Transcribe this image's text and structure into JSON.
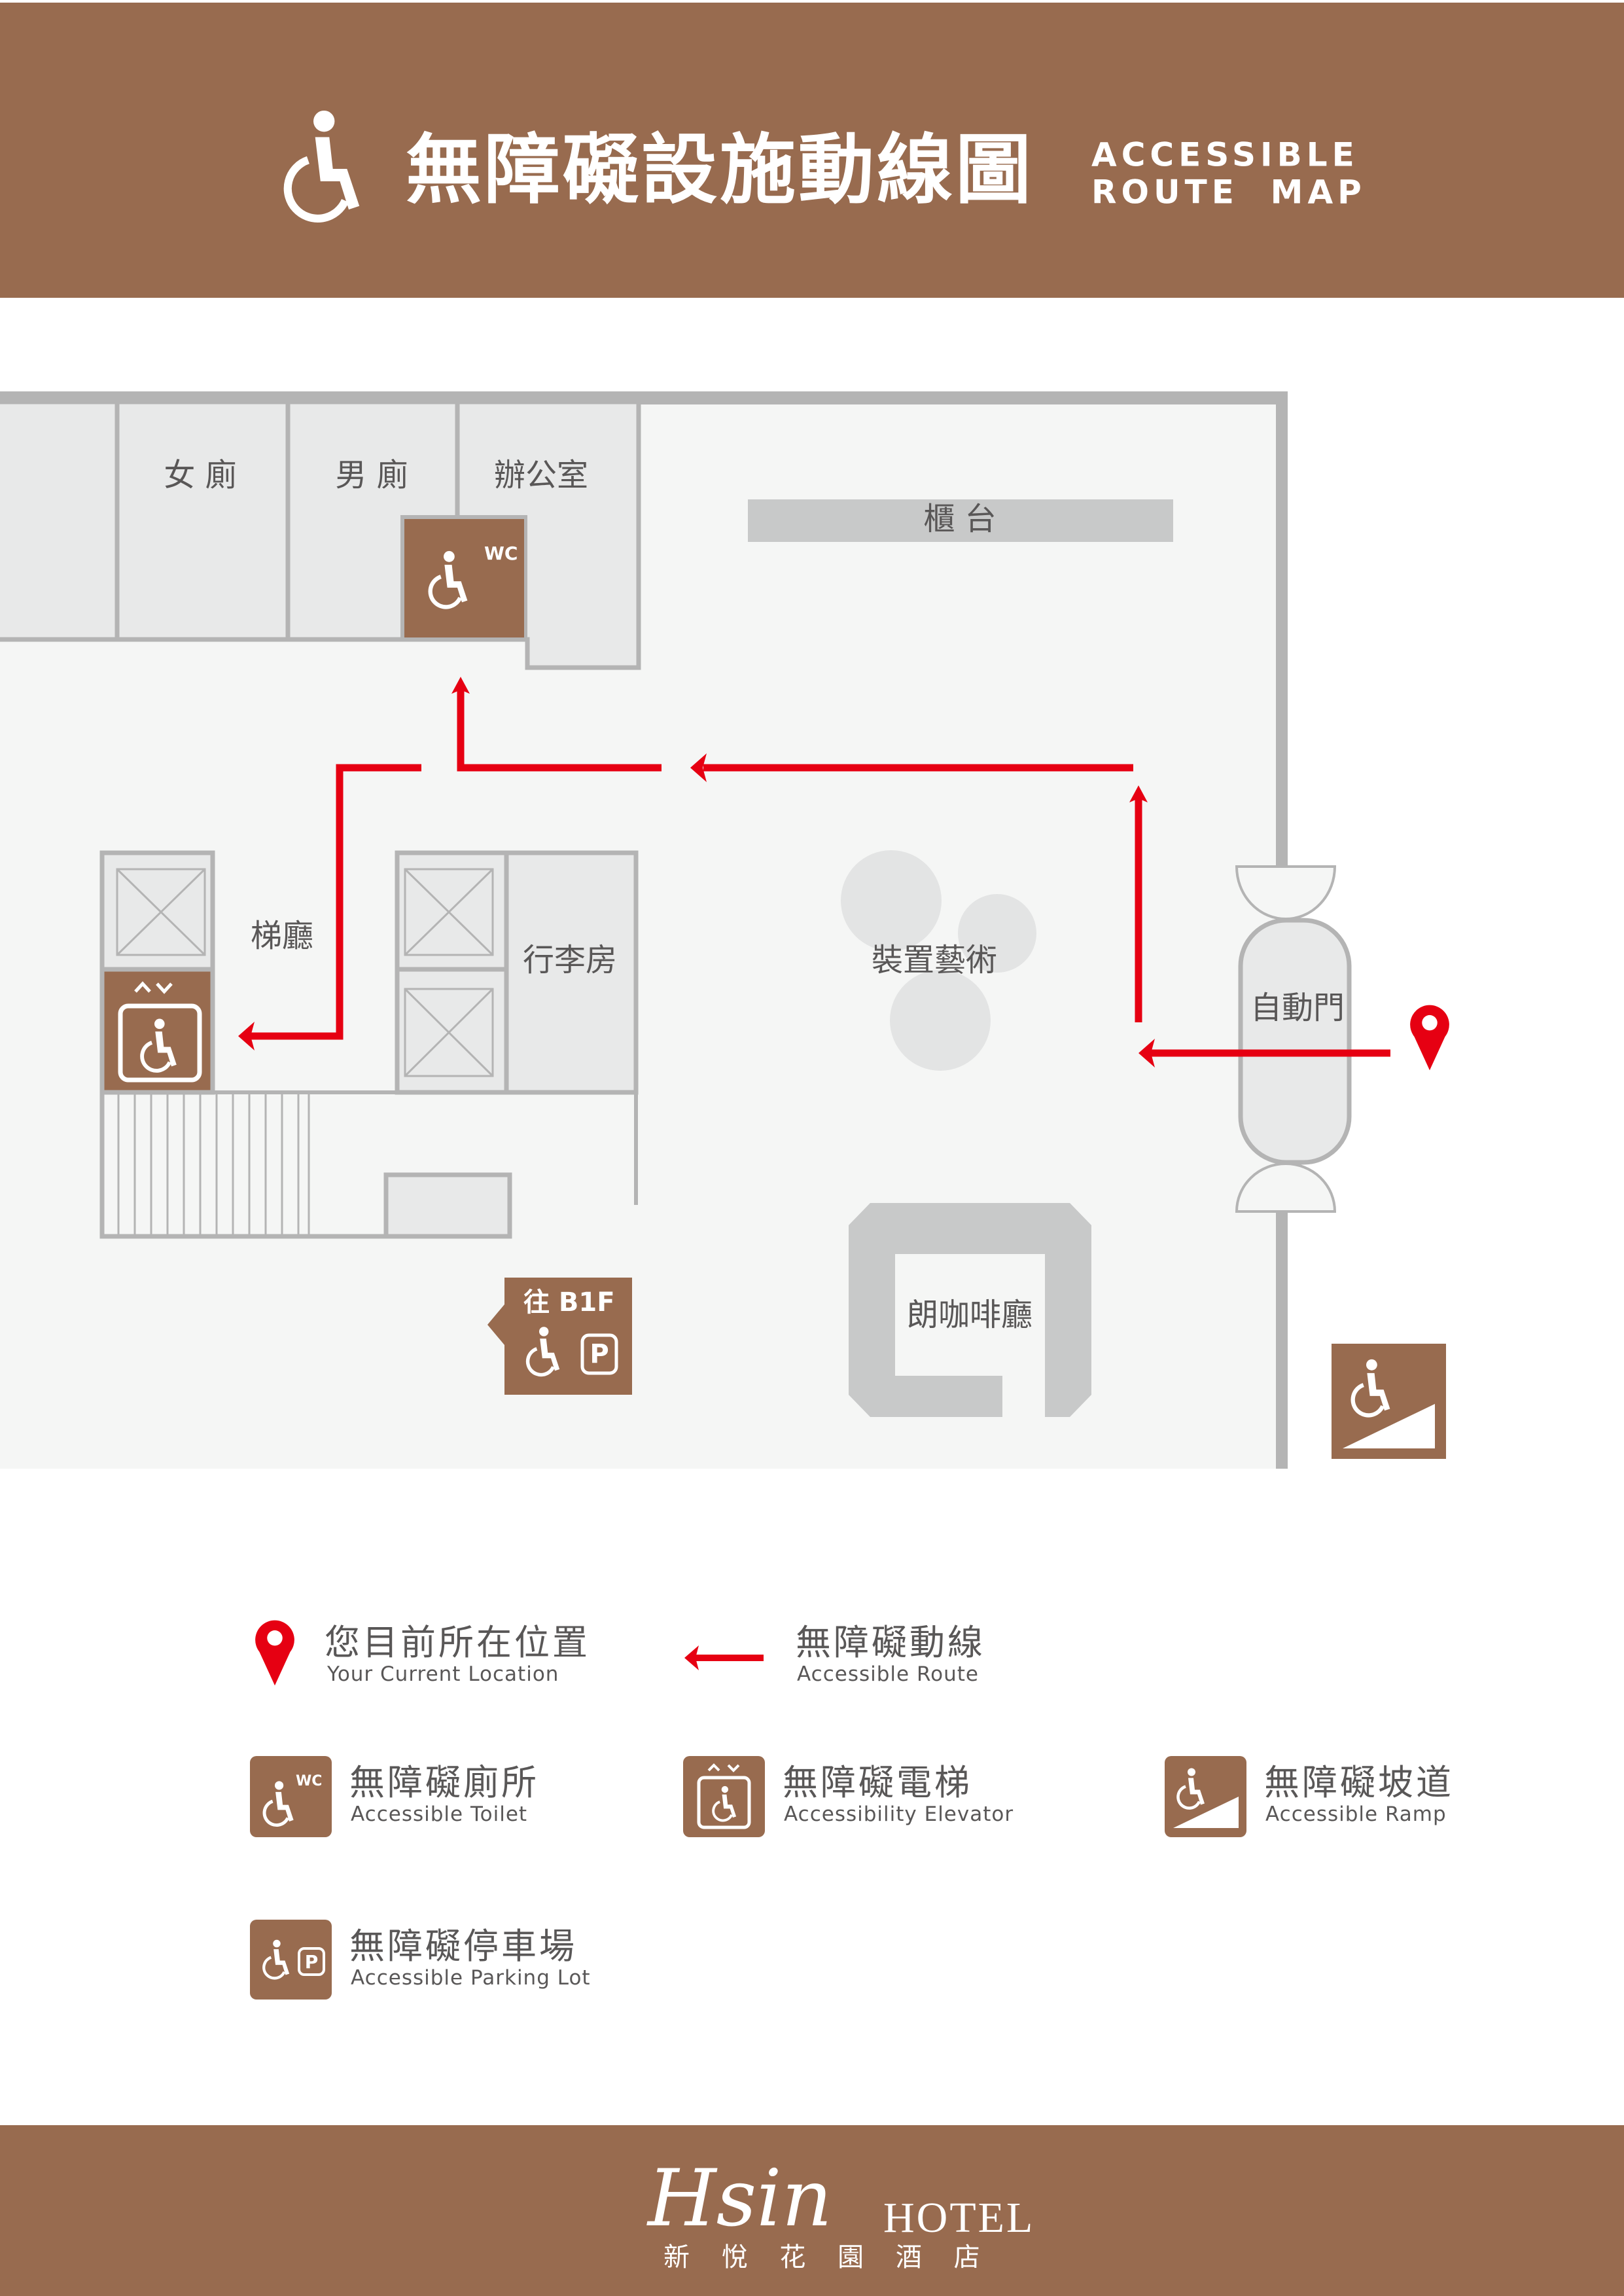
{
  "header": {
    "title_zh": "無障礙設施動線圖",
    "title_en_line1": "ACCESSIBLE",
    "title_en_line2": "ROUTE  MAP",
    "icon": "wheelchair-icon"
  },
  "map": {
    "rooms": {
      "womens_restroom": "女 廁",
      "mens_restroom": "男 廁",
      "office": "辦公室",
      "counter": "櫃 台",
      "elevator_hall": "梯廳",
      "luggage_room": "行李房",
      "art_installation": "裝置藝術",
      "automatic_door": "自動門",
      "cafe": "朗咖啡廳"
    },
    "wc_badge": "WC",
    "b1f_sign": "往 B1F",
    "parking_letter": "P"
  },
  "legend": {
    "current_location": {
      "zh": "您目前所在位置",
      "en": "Your Current Location"
    },
    "route": {
      "zh": "無障礙動線",
      "en": "Accessible Route"
    },
    "toilet": {
      "zh": "無障礙廁所",
      "en": "Accessible Toilet",
      "badge": "WC"
    },
    "elevator": {
      "zh": "無障礙電梯",
      "en": "Accessibility Elevator"
    },
    "ramp": {
      "zh": "無障礙坡道",
      "en": "Accessible Ramp"
    },
    "parking": {
      "zh": "無障礙停車場",
      "en": "Accessible Parking Lot",
      "badge": "P"
    }
  },
  "footer": {
    "logo_script": "Hsin",
    "logo_word": "HOTEL",
    "logo_zh": "新 悅 花 園 酒 店"
  },
  "colors": {
    "brand": "#986B4F",
    "route": "#E60012",
    "wall": "#B4B4B4",
    "floor": "#F5F6F5",
    "room": "#E8E9E9"
  }
}
